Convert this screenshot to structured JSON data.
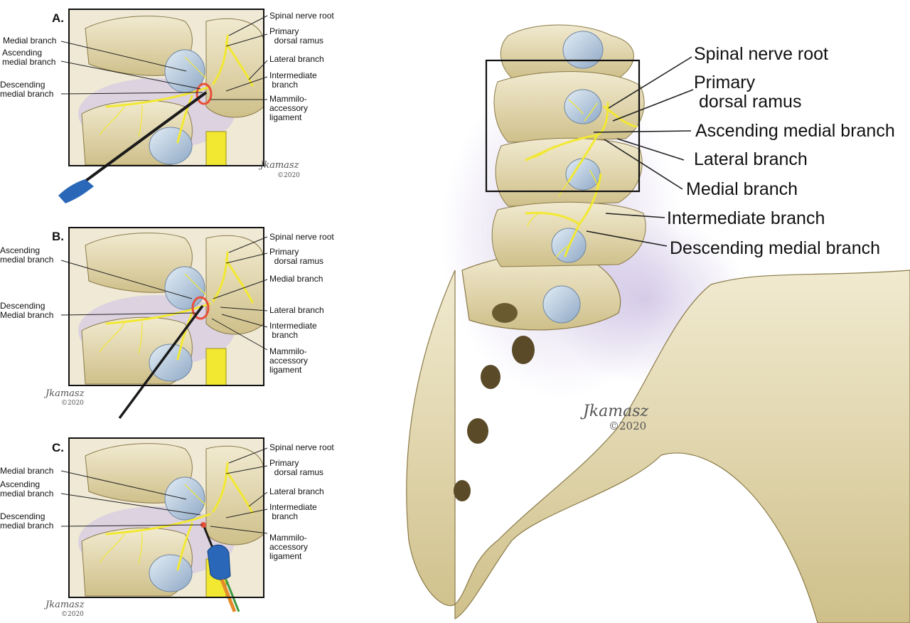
{
  "panels": [
    {
      "id": "A",
      "title": "A.",
      "left_labels": [
        "Medial branch",
        "Ascending\nmedial branch",
        "Descending\nmedial branch"
      ],
      "right_labels": [
        "Spinal nerve root",
        "Primary\n  dorsal ramus",
        "Lateral branch",
        "Intermediate\n branch",
        "Mammilo-\naccessory\nligament"
      ],
      "signature": "Jkamasz",
      "copyright": "©2020"
    },
    {
      "id": "B",
      "title": "B.",
      "left_labels": [
        "Ascending\nmedial branch",
        "Descending\nMedial branch"
      ],
      "right_labels": [
        "Spinal nerve root",
        "Primary\n  dorsal ramus",
        "Medial branch",
        "Lateral branch",
        "Intermediate\n branch",
        "Mammilo-\naccessory\nligament"
      ],
      "signature": "Jkamasz",
      "copyright": "©2020"
    },
    {
      "id": "C",
      "title": "C.",
      "left_labels": [
        "Medial branch",
        "Ascending\nmedial branch",
        "Descending\nmedial branch"
      ],
      "right_labels": [
        "Spinal nerve root",
        "Primary\n  dorsal ramus",
        "Lateral branch",
        "Intermediate\n branch",
        "Mammilo-\naccessory\nligament"
      ],
      "signature": "Jkamasz",
      "copyright": "©2020"
    }
  ],
  "overview": {
    "labels": [
      "Spinal nerve root",
      "Primary\n dorsal ramus",
      "Ascending medial branch",
      "Lateral branch",
      "Medial branch",
      "Intermediate branch",
      "Descending medial branch"
    ],
    "signature": "Jkamasz",
    "copyright": "©2020"
  },
  "colors": {
    "bone": "#e9e0b5",
    "bone_shadow": "#c9bb84",
    "nerve": "#f2e832",
    "disc": "#b8cde0",
    "halo": "#b9a8d8",
    "outline": "#7a6a3a",
    "heat": "#e8503a",
    "probe_blue": "#2a67b8"
  }
}
